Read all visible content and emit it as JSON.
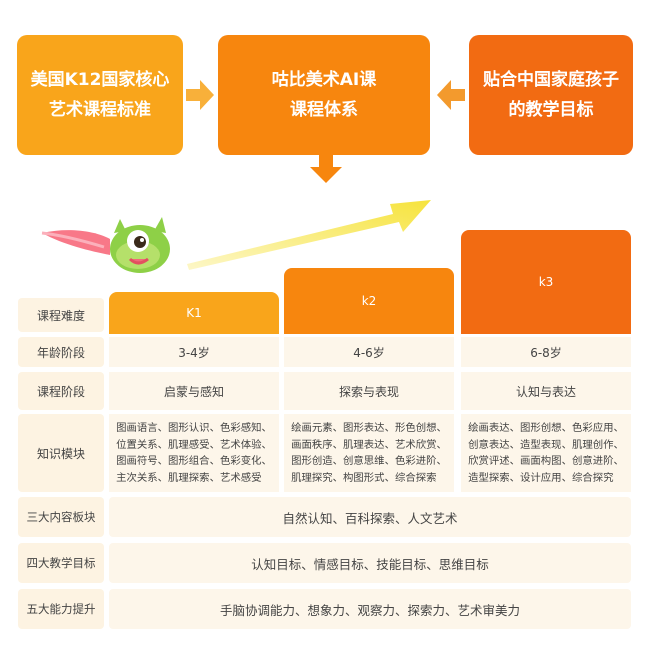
{
  "top_boxes": {
    "left": {
      "lines": [
        "美国K12国家核心",
        "艺术课程标准"
      ],
      "color": "#f9a51b"
    },
    "center": {
      "lines": [
        "咕比美术AI课",
        "课程体系"
      ],
      "color": "#f7860e"
    },
    "right": {
      "lines": [
        "贴合中国家庭孩子",
        "的教学目标"
      ],
      "color": "#f26b12"
    }
  },
  "levels": [
    {
      "label": "K1",
      "color": "#f9a51b"
    },
    {
      "label": "k2",
      "color": "#f7860e"
    },
    {
      "label": "k3",
      "color": "#f26b12"
    }
  ],
  "rows": [
    {
      "label": "课程难度"
    },
    {
      "label": "年龄阶段",
      "cells": [
        "3-4岁",
        "4-6岁",
        "6-8岁"
      ]
    },
    {
      "label": "课程阶段",
      "cells": [
        "启蒙与感知",
        "探索与表现",
        "认知与表达"
      ]
    },
    {
      "label": "知识模块",
      "cells": [
        [
          "图画语言、图形认识、色彩感知、",
          "位置关系、肌理感受、艺术体验、",
          "图画符号、图形组合、色彩变化、",
          "主次关系、肌理探索、艺术感受"
        ],
        [
          "绘画元素、图形表达、形色创想、",
          "画面秩序、肌理表达、艺术欣赏、",
          "图形创造、创意思维、色彩进阶、",
          "肌理探究、构图形式、综合探索"
        ],
        [
          "绘画表达、图形创想、色彩应用、",
          "创意表达、造型表现、肌理创作、",
          "欣赏评述、画面构图、创意进阶、",
          "造型探索、设计应用、综合探究"
        ]
      ]
    }
  ],
  "wide_rows": [
    {
      "label": "三大内容板块",
      "value": "自然认知、百科探索、人文艺术"
    },
    {
      "label": "四大教学目标",
      "value": "认知目标、情感目标、技能目标、思维目标"
    },
    {
      "label": "五大能力提升",
      "value": "手脑协调能力、想象力、观察力、探索力、艺术审美力"
    }
  ],
  "colors": {
    "label_bg": "#fdf3e2",
    "cell_bg": "#fdf6ea",
    "arrow": "#f8b03a",
    "growth_arrow": "#f6e33c"
  }
}
